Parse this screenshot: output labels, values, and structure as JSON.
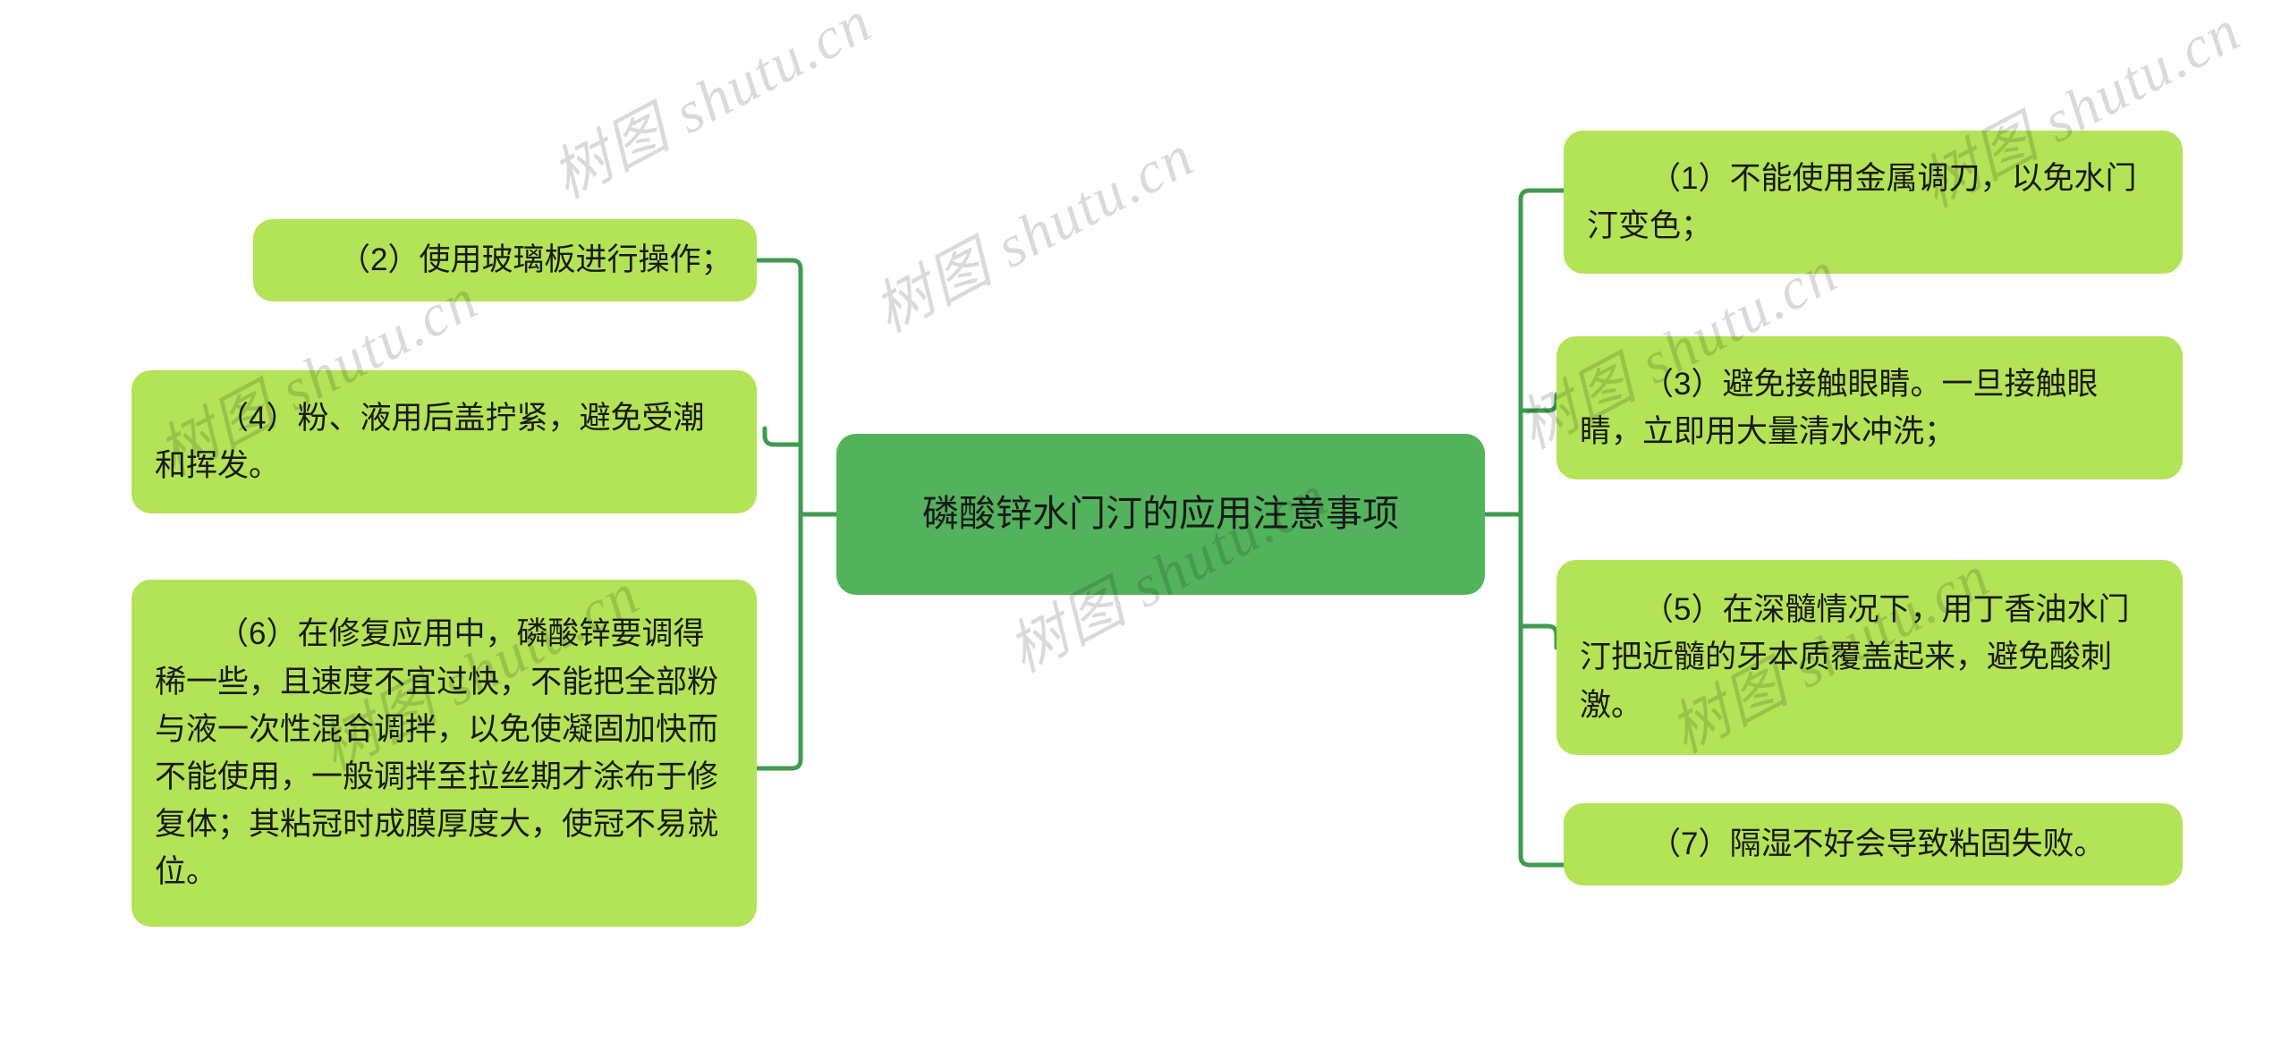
{
  "diagram": {
    "title": "磷酸锌水门汀的应用注意事项",
    "watermark_text": "树图 shutu.cn",
    "colors": {
      "root_fill": "#53b35c",
      "leaf_fill": "#b3e356",
      "connector": "#3f9b4f",
      "text": "#1a1a1a",
      "background": "#ffffff"
    }
  },
  "root": {
    "label": "磷酸锌水门汀的应用注意事项"
  },
  "left_branch": {
    "items": [
      {
        "label": "（2）使用玻璃板进行操作；"
      },
      {
        "label": "（4）粉、液用后盖拧紧，避免受潮和挥发。"
      },
      {
        "label": "（6）在修复应用中，磷酸锌要调得稀一些，且速度不宜过快，不能把全部粉与液一次性混合调拌，以免使凝固加快而不能使用，一般调拌至拉丝期才涂布于修复体；其粘冠时成膜厚度大，使冠不易就位。"
      }
    ]
  },
  "right_branch": {
    "items": [
      {
        "label": "（1）不能使用金属调刀，以免水门汀变色；"
      },
      {
        "label": "（3）避免接触眼睛。一旦接触眼睛，立即用大量清水冲洗；"
      },
      {
        "label": "（5）在深髓情况下，用丁香油水门汀把近髓的牙本质覆盖起来，避免酸刺激。"
      },
      {
        "label": "（7）隔湿不好会导致粘固失败。"
      }
    ]
  }
}
